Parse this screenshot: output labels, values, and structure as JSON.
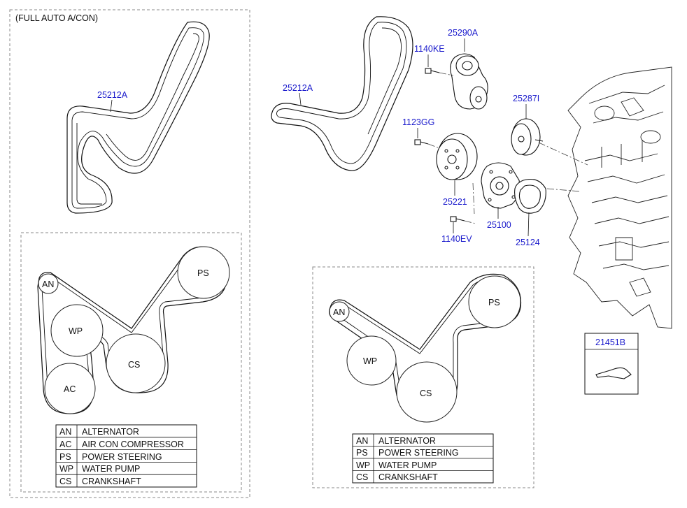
{
  "left_panel": {
    "title": "(FULL AUTO A/CON)",
    "belt_part_no": "25212A",
    "pulleys": {
      "an": "AN",
      "ps": "PS",
      "wp": "WP",
      "cs": "CS",
      "ac": "AC"
    },
    "legend": [
      {
        "code": "AN",
        "name": "ALTERNATOR"
      },
      {
        "code": "AC",
        "name": "AIR CON COMPRESSOR"
      },
      {
        "code": "PS",
        "name": "POWER STEERING"
      },
      {
        "code": "WP",
        "name": "WATER PUMP"
      },
      {
        "code": "CS",
        "name": "CRANKSHAFT"
      }
    ]
  },
  "right_panel": {
    "belt_part_no": "25212A",
    "parts": {
      "tensioner": "25290A",
      "tensioner_bolt": "1140KE",
      "idler": "25287I",
      "idler_bolt": "1123GG",
      "pulley": "25221",
      "pump": "25100",
      "gasket": "25124",
      "pump_bolt": "1140EV",
      "sealant": "21451B"
    },
    "pulleys": {
      "an": "AN",
      "ps": "PS",
      "wp": "WP",
      "cs": "CS"
    },
    "legend": [
      {
        "code": "AN",
        "name": "ALTERNATOR"
      },
      {
        "code": "PS",
        "name": "POWER STEERING"
      },
      {
        "code": "WP",
        "name": "WATER PUMP"
      },
      {
        "code": "CS",
        "name": "CRANKSHAFT"
      }
    ]
  }
}
